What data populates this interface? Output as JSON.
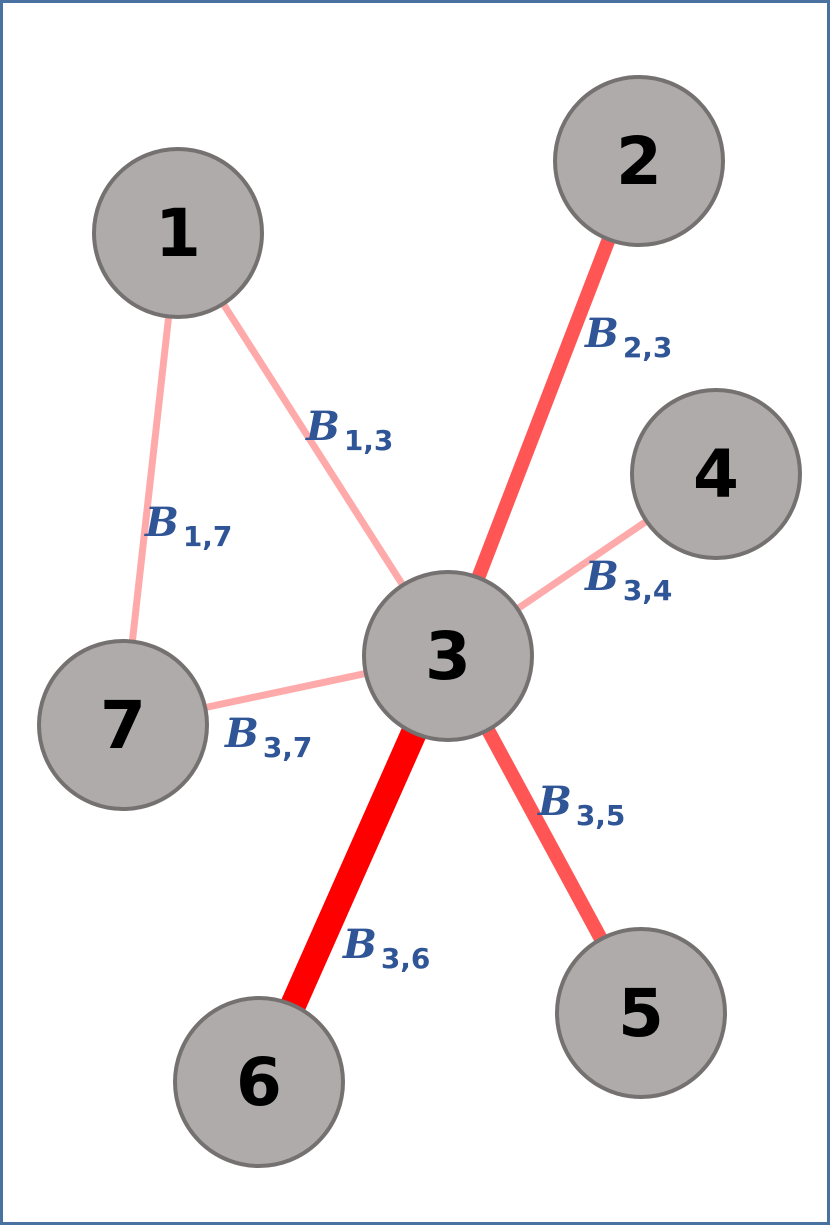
{
  "colors": {
    "border": "#4a72a0",
    "node_fill": "#afabab",
    "node_stroke": "#757171",
    "label_color": "#2f5597",
    "edge_weak": "#ffaaaa",
    "edge_medium": "#ff5555",
    "edge_strong": "#ff0000"
  },
  "nodes": [
    {
      "id": "1",
      "label": "1"
    },
    {
      "id": "2",
      "label": "2"
    },
    {
      "id": "3",
      "label": "3"
    },
    {
      "id": "4",
      "label": "4"
    },
    {
      "id": "5",
      "label": "5"
    },
    {
      "id": "6",
      "label": "6"
    },
    {
      "id": "7",
      "label": "7"
    }
  ],
  "edges": [
    {
      "from": "1",
      "to": "3",
      "label": "B",
      "sub": "1,3",
      "strength": "weak"
    },
    {
      "from": "1",
      "to": "7",
      "label": "B",
      "sub": "1,7",
      "strength": "weak"
    },
    {
      "from": "2",
      "to": "3",
      "label": "B",
      "sub": "2,3",
      "strength": "medium"
    },
    {
      "from": "3",
      "to": "4",
      "label": "B",
      "sub": "3,4",
      "strength": "weak"
    },
    {
      "from": "3",
      "to": "7",
      "label": "B",
      "sub": "3,7",
      "strength": "weak"
    },
    {
      "from": "3",
      "to": "5",
      "label": "B",
      "sub": "3,5",
      "strength": "medium"
    },
    {
      "from": "3",
      "to": "6",
      "label": "B",
      "sub": "3,6",
      "strength": "strong"
    }
  ]
}
